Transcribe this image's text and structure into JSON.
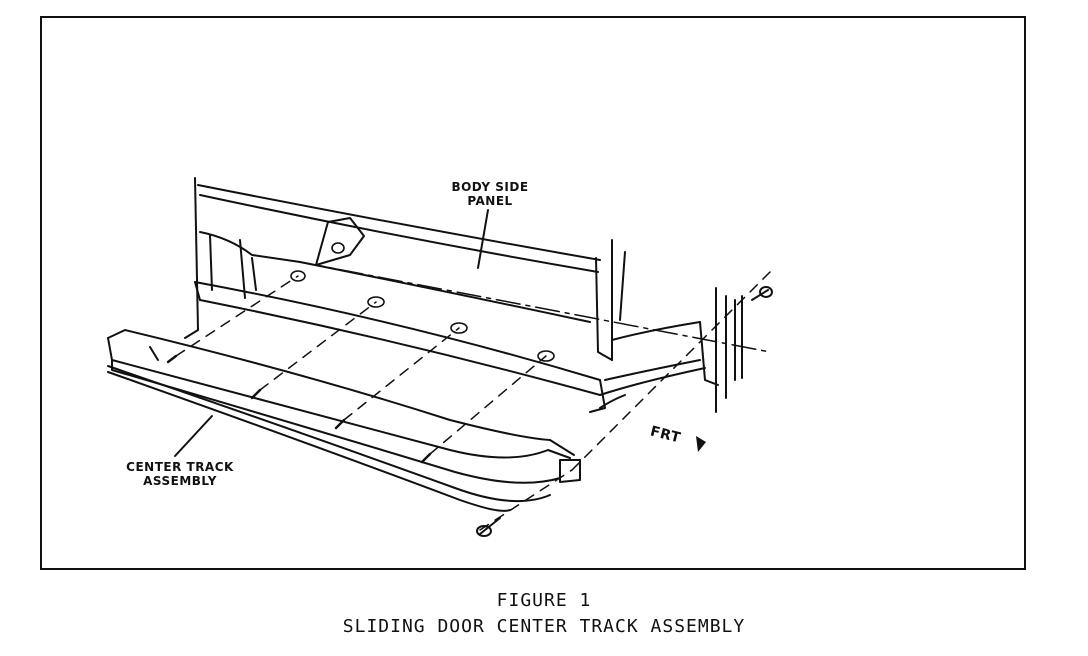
{
  "labels": {
    "body_side_panel_line1": "BODY SIDE",
    "body_side_panel_line2": "PANEL",
    "center_track_line1": "CENTER TRACK",
    "center_track_line2": "ASSEMBLY",
    "front": "FRT"
  },
  "caption": {
    "figure": "FIGURE 1",
    "title": "SLIDING DOOR CENTER TRACK ASSEMBLY"
  },
  "colors": {
    "ink": "#111111",
    "paper": "#ffffff"
  }
}
